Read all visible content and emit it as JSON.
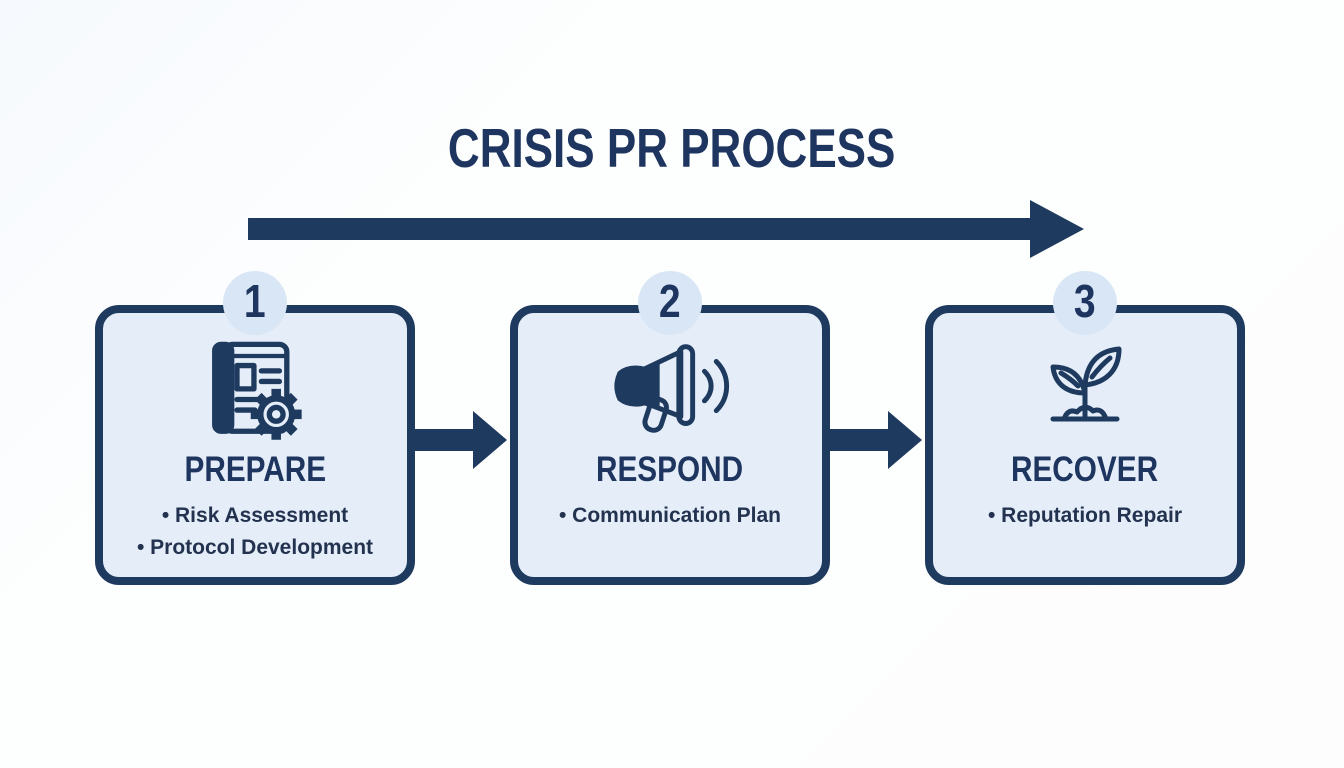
{
  "title": "CRISIS PR PROCESS",
  "colors": {
    "navy": "#1e3a5e",
    "text_navy": "#1e3560",
    "bullet_text": "#23324f",
    "card_fill": "#e4edf8",
    "badge_fill": "#d8e6f5",
    "background": "#fcfdfe"
  },
  "steps": [
    {
      "number": "1",
      "label": "PREPARE",
      "icon": "book-gear-icon",
      "bullets": [
        "Risk Assessment",
        "Protocol Development"
      ]
    },
    {
      "number": "2",
      "label": "RESPOND",
      "icon": "megaphone-icon",
      "bullets": [
        "Communication Plan"
      ]
    },
    {
      "number": "3",
      "label": "RECOVER",
      "icon": "sprout-icon",
      "bullets": [
        "Reputation Repair"
      ]
    }
  ]
}
